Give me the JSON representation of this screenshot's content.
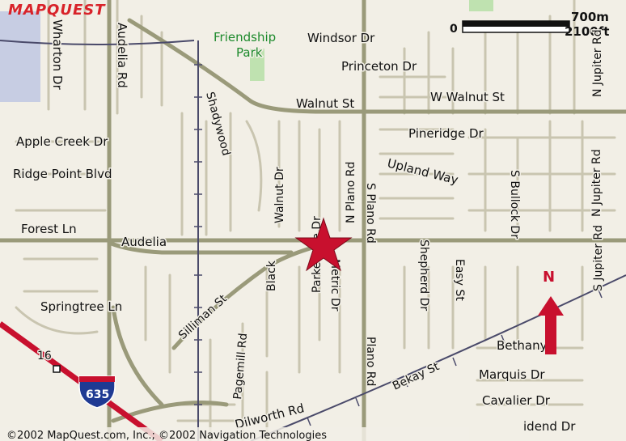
{
  "logo": {
    "text": "MAPQUEST"
  },
  "copyright": "©2002 MapQuest.com, Inc.; ©2002 Navigation Technologies",
  "scale": {
    "zero": "0",
    "metric": "700m",
    "imperial": "2100ft"
  },
  "north": {
    "label": "N"
  },
  "park": {
    "line1": "Friendship",
    "line2": "Park"
  },
  "highway": {
    "shield": "635",
    "exit": "16"
  },
  "streets": {
    "wharton": "Wharton Dr",
    "audelia_rd": "Audelia Rd",
    "windsor": "Windsor Dr",
    "princeton": "Princeton Dr",
    "n_jupiter": "N Jupiter Rd",
    "walnut_st": "Walnut St",
    "w_walnut_st": "W Walnut St",
    "shadywood": "Shadywood",
    "apple_creek": "Apple Creek Dr",
    "pineridge": "Pineridge Dr",
    "ridge_point": "Ridge Point Blvd",
    "upland": "Upland Way",
    "n_plano": "N Plano Rd",
    "walnut_dr": "Walnut Dr",
    "s_bullock": "S Bullock Dr",
    "n_jupiter_2": "N Jupiter Rd",
    "forest": "Forest Ln",
    "audelia": "Audelia",
    "black": "Black",
    "parkestate": "Parkestate Dr",
    "s_plano": "S Plano Rd",
    "shepherd": "Shepherd Dr",
    "easy": "Easy St",
    "s_jupiter": "S Jupiter Rd",
    "springtree": "Springtree Ln",
    "silliman": "Silliman St",
    "pagemill": "Pagemill Rd",
    "metric": "Metric Dr",
    "plano_rd": "Plano Rd",
    "bethany": "Bethany",
    "bekay": "Bekay St",
    "marquis": "Marquis Dr",
    "cavalier": "Cavalier Dr",
    "dilworth": "Dilworth Rd",
    "idend": "idend Dr"
  },
  "colors": {
    "background": "#f2efe6",
    "major_road": "#9a9a7a",
    "minor_road": "#c9c5b0",
    "highway": "#c8102e",
    "railroad": "#4a4a6a",
    "marker": "#c8102e",
    "park": "#bfe2b0",
    "lake": "#c7cde3"
  },
  "icons": {
    "marker": "star-icon",
    "north": "north-arrow-icon",
    "shield": "interstate-shield-icon"
  }
}
